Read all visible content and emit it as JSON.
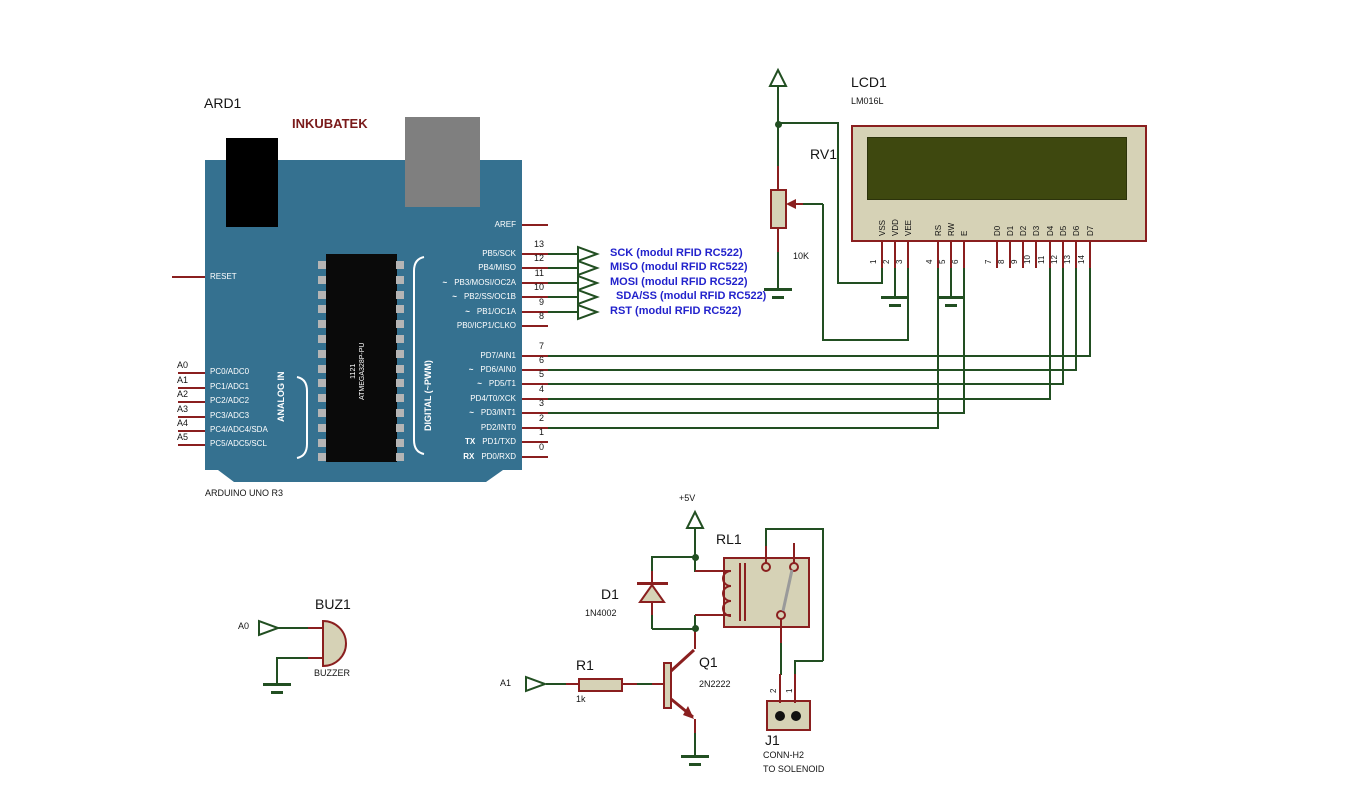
{
  "arduino": {
    "ref": "ARD1",
    "brand": "INKUBATEK",
    "board_label": "ARDUINO UNO R3",
    "reset": "RESET",
    "aref": "AREF",
    "chip": {
      "line1": "1121",
      "line2": "ATMEGA328P-PU"
    },
    "groups": {
      "analog": "ANALOG IN",
      "digital": "DIGITAL (~PWM)"
    },
    "left_pins": [
      {
        "ext": "A0",
        "name": "PC0/ADC0"
      },
      {
        "ext": "A1",
        "name": "PC1/ADC1"
      },
      {
        "ext": "A2",
        "name": "PC2/ADC2"
      },
      {
        "ext": "A3",
        "name": "PC3/ADC3"
      },
      {
        "ext": "A4",
        "name": "PC4/ADC4/SDA"
      },
      {
        "ext": "A5",
        "name": "PC5/ADC5/SCL"
      }
    ],
    "right_top": [
      {
        "num": "13",
        "name": "PB5/SCK",
        "prefix": ""
      },
      {
        "num": "12",
        "name": "PB4/MISO",
        "prefix": ""
      },
      {
        "num": "11",
        "name": "PB3/MOSI/OC2A",
        "prefix": "~"
      },
      {
        "num": "10",
        "name": "PB2/SS/OC1B",
        "prefix": "~"
      },
      {
        "num": "9",
        "name": "PB1/OC1A",
        "prefix": "~"
      },
      {
        "num": "8",
        "name": "PB0/ICP1/CLKO",
        "prefix": ""
      }
    ],
    "right_bottom": [
      {
        "num": "7",
        "name": "PD7/AIN1",
        "prefix": ""
      },
      {
        "num": "6",
        "name": "PD6/AIN0",
        "prefix": "~"
      },
      {
        "num": "5",
        "name": "PD5/T1",
        "prefix": "~"
      },
      {
        "num": "4",
        "name": "PD4/T0/XCK",
        "prefix": ""
      },
      {
        "num": "3",
        "name": "PD3/INT1",
        "prefix": "~"
      },
      {
        "num": "2",
        "name": "PD2/INT0",
        "prefix": ""
      },
      {
        "num": "1",
        "name": "PD1/TXD",
        "prefix": "TX"
      },
      {
        "num": "0",
        "name": "PD0/RXD",
        "prefix": "RX"
      }
    ]
  },
  "rfid_signals": [
    "SCK (modul RFID RC522)",
    "MISO (modul RFID RC522)",
    "MOSI (modul RFID RC522)",
    "SDA/SS (modul RFID RC522)",
    "RST (modul RFID RC522)"
  ],
  "lcd": {
    "ref": "LCD1",
    "model": "LM016L",
    "pins": [
      {
        "num": "1",
        "name": "VSS"
      },
      {
        "num": "2",
        "name": "VDD"
      },
      {
        "num": "3",
        "name": "VEE"
      },
      {
        "num": "4",
        "name": "RS"
      },
      {
        "num": "5",
        "name": "RW"
      },
      {
        "num": "6",
        "name": "E"
      },
      {
        "num": "7",
        "name": "D0"
      },
      {
        "num": "8",
        "name": "D1"
      },
      {
        "num": "9",
        "name": "D2"
      },
      {
        "num": "10",
        "name": "D3"
      },
      {
        "num": "11",
        "name": "D4"
      },
      {
        "num": "12",
        "name": "D5"
      },
      {
        "num": "13",
        "name": "D6"
      },
      {
        "num": "14",
        "name": "D7"
      }
    ]
  },
  "pot": {
    "ref": "RV1",
    "value": "10K"
  },
  "power": {
    "v5": "+5V"
  },
  "buzzer": {
    "ref": "BUZ1",
    "value": "BUZZER",
    "input": "A0"
  },
  "relay": {
    "ref": "RL1"
  },
  "diode": {
    "ref": "D1",
    "value": "1N4002"
  },
  "transistor": {
    "ref": "Q1",
    "value": "2N2222"
  },
  "resistor": {
    "ref": "R1",
    "value": "1k",
    "input": "A1"
  },
  "connector": {
    "ref": "J1",
    "type": "CONN-H2",
    "note": "TO SOLENOID",
    "pin_labels": [
      "2",
      "1"
    ]
  },
  "colors": {
    "wire_green": "#224f22",
    "pin_red": "#8a1f1f",
    "board_teal": "#357190",
    "component_fill": "#d6d2b6",
    "lcd_display": "#3e480f",
    "signal_blue": "#2222cc",
    "brand_maroon": "#7a1a1a"
  }
}
